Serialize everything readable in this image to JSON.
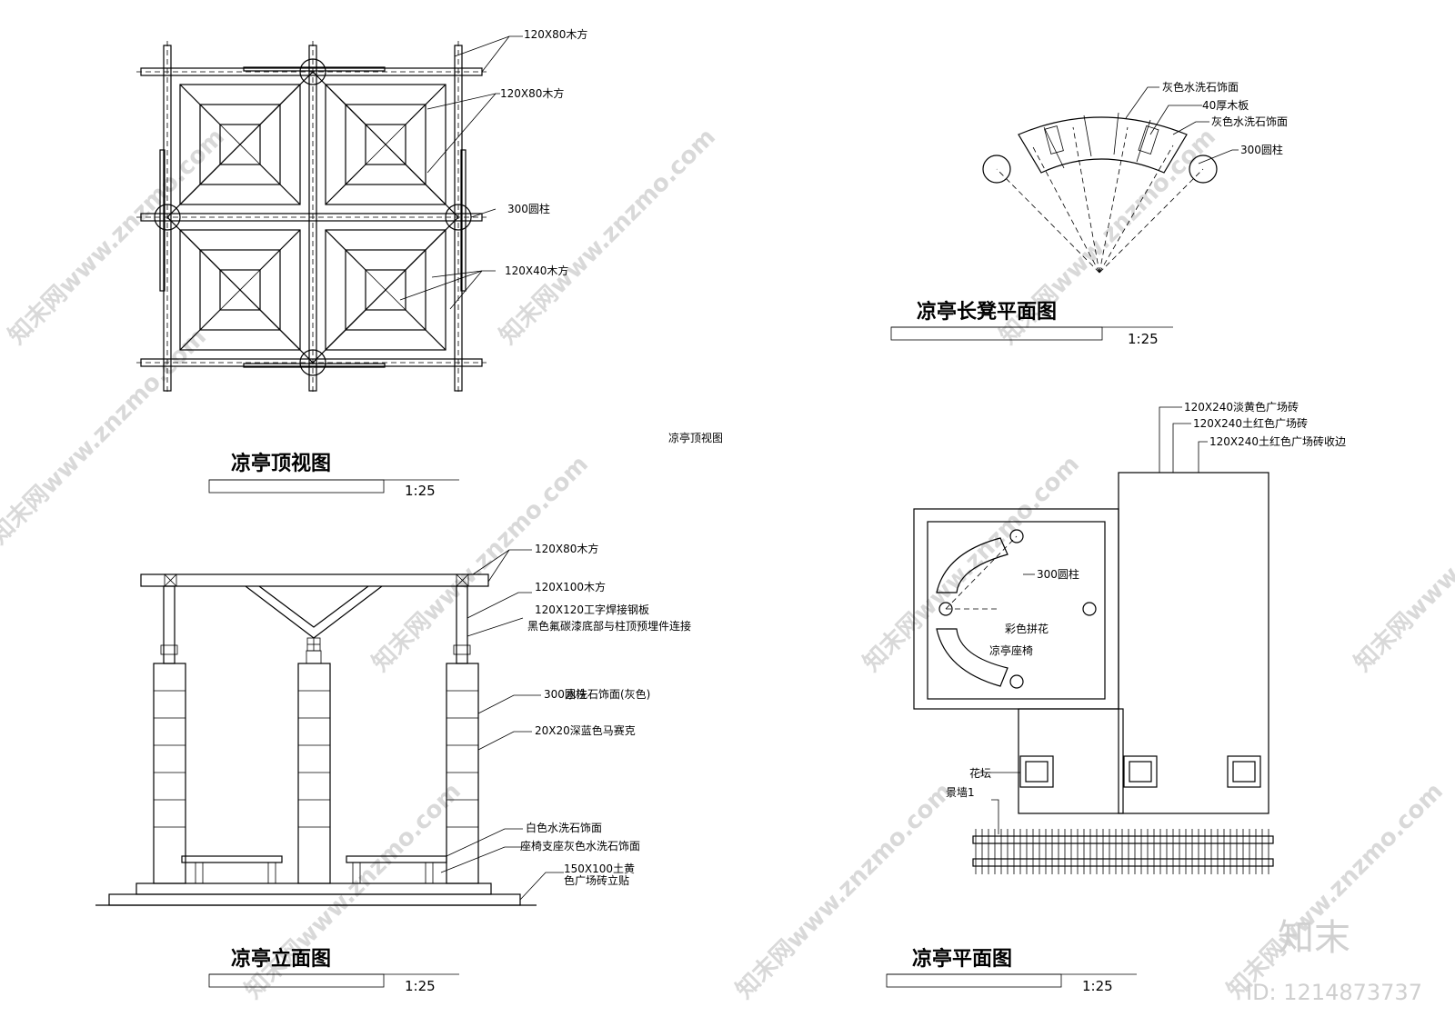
{
  "watermark": {
    "text": "知末网www.znzmo.com",
    "brand": "知末",
    "id": "ID: 1214873737"
  },
  "top_view": {
    "title": "凉亭顶视图",
    "scale": "1:25",
    "side_note": "凉亭顶视图",
    "labels": [
      "120X80木方",
      "120X80木方",
      "300圆柱",
      "120X40木方"
    ]
  },
  "bench_plan": {
    "title": "凉亭长凳平面图",
    "scale": "1:25",
    "labels": [
      "灰色水洗石饰面",
      "40厚木板",
      "灰色水洗石饰面",
      "300圆柱"
    ]
  },
  "elevation": {
    "title": "凉亭立面图",
    "scale": "1:25",
    "labels": [
      "120X80木方",
      "120X100木方",
      "120X120工字焊接钢板",
      "黑色氟碳漆底部与柱顶预埋件连接",
      "300圆柱",
      "水洗石饰面(灰色)",
      "20X20深蓝色马赛克",
      "白色水洗石饰面",
      "座椅支座灰色水洗石饰面",
      "150X100土黄",
      "色广场砖立贴"
    ]
  },
  "floor_plan": {
    "title": "凉亭平面图",
    "scale": "1:25",
    "labels": [
      "120X240淡黄色广场砖",
      "120X240土红色广场砖",
      "120X240土红色广场砖收边",
      "300圆柱",
      "彩色拼花",
      "凉亭座椅",
      "花坛",
      "景墙1"
    ]
  }
}
